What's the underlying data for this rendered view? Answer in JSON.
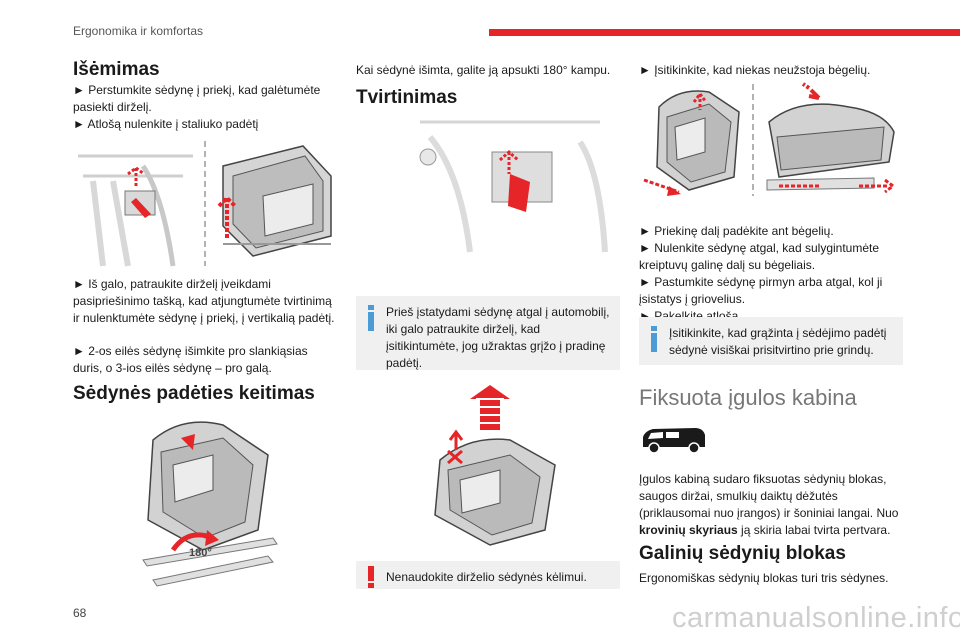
{
  "header": {
    "section": "Ergonomika ir komfortas",
    "accent_color": "#e52527"
  },
  "page_number": "68",
  "watermark": "carmanualsonline.info",
  "col1": {
    "heading_removal": "Išėmimas",
    "steps1": [
      "► Perstumkite sėdynę į priekį, kad galėtumėte pasiekti dirželį.",
      "► Atlošą nulenkite į staliuko padėtį"
    ],
    "steps2": [
      "► Iš galo, patraukite dirželį įveikdami pasipriešinimo tašką, kad atjungtumėte tvirtinimą ir nulenktumėte sėdynę į priekį, į vertikalią padėtį.",
      "► 2-os eilės sėdynę išimkite pro slankiąsias duris, o 3-ios eilės sėdynę – pro galą."
    ],
    "heading_reposition": "Sėdynės padėties keitimas",
    "rotate_label": "180°"
  },
  "col2": {
    "intro": "Kai sėdynė išimta, galite ją apsukti 180° kampu.",
    "heading_fixing": "Tvirtinimas",
    "info_note": "Prieš įstatydami sėdynę atgal į automobilį, iki galo patraukite dirželį, kad įsitikintumėte, jog užraktas grįžo į pradinę padėtį.",
    "warning_note": "Nenaudokite dirželio sėdynės kėlimui."
  },
  "col3": {
    "step_rails": "► Įsitikinkite, kad niekas neužstoja bėgelių.",
    "steps": [
      "► Priekinę dalį padėkite ant bėgelių.",
      "► Nulenkite sėdynę atgal, kad sulygintumėte kreiptuvų galinę dalį su bėgeliais.",
      "► Pastumkite sėdynę pirmyn arba atgal, kol ji įsistatys į griovelius.",
      "► Pakelkite atlošą."
    ],
    "info_note": "Įsitikinkite, kad grąžinta į sėdėjimo padėtį sėdynė visiškai prisitvirtino prie grindų.",
    "cabin_title": "Fiksuota įgulos kabina",
    "cabin_text_1": "Įgulos kabiną sudaro fiksuotas sėdynių blokas, saugos diržai, smulkių daiktų dėžutės (priklausomai nuo įrangos) ir šoniniai langai. Nuo ",
    "cabin_text_bold": "krovinių skyriaus",
    "cabin_text_2": " ją skiria labai tvirta pertvara.",
    "rear_heading": "Galinių sėdynių blokas",
    "rear_text": "Ergonomiškas sėdynių blokas turi tris sėdynes."
  }
}
